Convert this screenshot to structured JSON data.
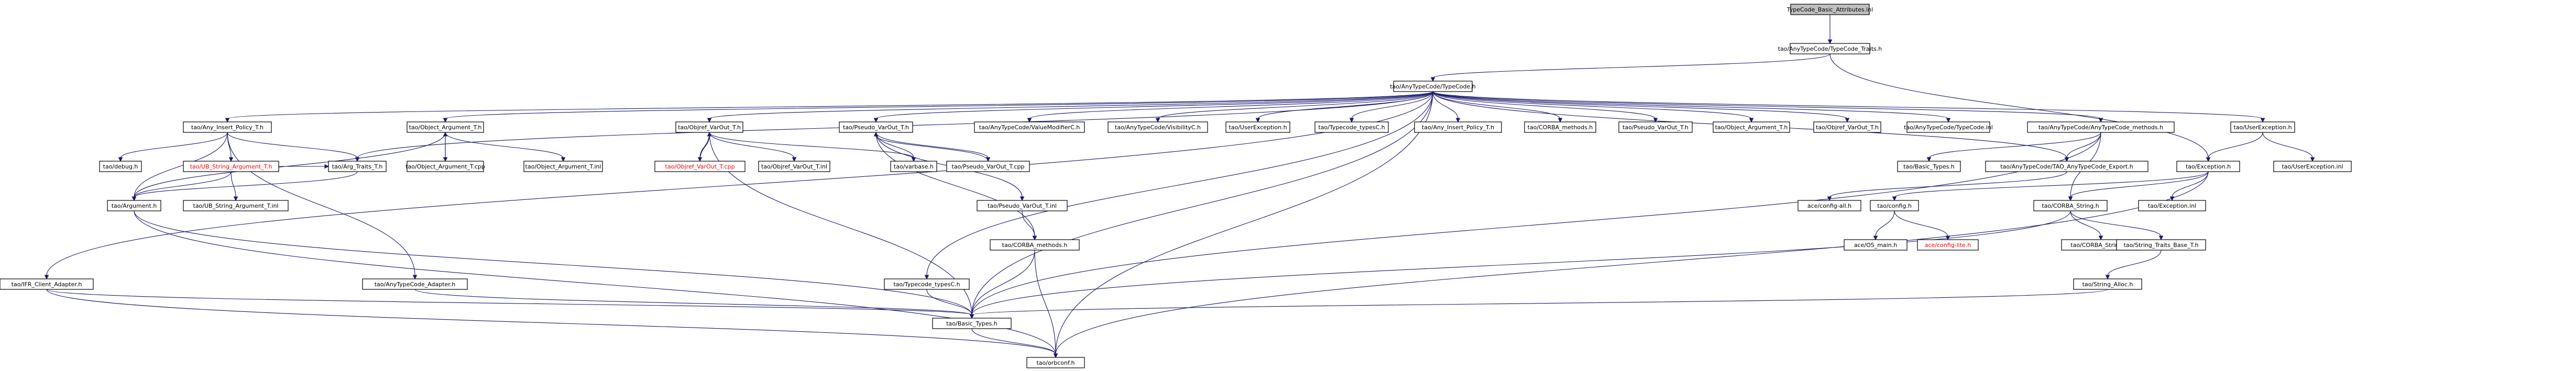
{
  "diagram": {
    "colors": {
      "edge": "#191970",
      "root_fill": "#bfbfbf",
      "missing_text": "#ff0000"
    },
    "nodes": [
      {
        "id": "n0",
        "label": "TypeCode_Basic_Attributes.inl",
        "root": true
      },
      {
        "id": "n1",
        "label": "tao/AnyTypeCode/TypeCode_Traits.h"
      },
      {
        "id": "n2",
        "label": "tao/AnyTypeCode/TypeCode.h"
      },
      {
        "id": "n3",
        "label": "tao/Any_Insert_Policy_T.h"
      },
      {
        "id": "n4",
        "label": "tao/Object_Argument_T.h"
      },
      {
        "id": "n5",
        "label": "tao/Objref_VarOut_T.h"
      },
      {
        "id": "n6",
        "label": "tao/Pseudo_VarOut_T.h"
      },
      {
        "id": "n7",
        "label": "tao/AnyTypeCode/ValueModifierC.h"
      },
      {
        "id": "n8",
        "label": "tao/AnyTypeCode/VisibilityC.h"
      },
      {
        "id": "n9",
        "label": "tao/UserException.h"
      },
      {
        "id": "n10",
        "label": "tao/Typecode_typesC.h"
      },
      {
        "id": "n11",
        "label": "tao/Any_Insert_Policy_T.h"
      },
      {
        "id": "n12",
        "label": "tao/CORBA_methods.h"
      },
      {
        "id": "n13",
        "label": "tao/Pseudo_VarOut_T.h"
      },
      {
        "id": "n14",
        "label": "tao/Object_Argument_T.h"
      },
      {
        "id": "n15",
        "label": "tao/Objref_VarOut_T.h"
      },
      {
        "id": "n16",
        "label": "tao/AnyTypeCode/TypeCode.inl"
      },
      {
        "id": "n17",
        "label": "tao/AnyTypeCode/AnyTypeCode_methods.h"
      },
      {
        "id": "n18",
        "label": "tao/UserException.h"
      },
      {
        "id": "n19",
        "label": "tao/debug.h"
      },
      {
        "id": "n20",
        "label": "tao/UB_String_Argument_T.h",
        "missing": true
      },
      {
        "id": "n21",
        "label": "tao/Arg_Traits_T.h"
      },
      {
        "id": "n22",
        "label": "tao/Object_Argument_T.cpp"
      },
      {
        "id": "n23",
        "label": "tao/Object_Argument_T.inl"
      },
      {
        "id": "n24",
        "label": "tao/Objref_VarOut_T.cpp",
        "missing": true
      },
      {
        "id": "n25",
        "label": "tao/Objref_VarOut_T.inl"
      },
      {
        "id": "n26",
        "label": "tao/varbase.h"
      },
      {
        "id": "n27",
        "label": "tao/Pseudo_VarOut_T.cpp"
      },
      {
        "id": "n28",
        "label": "tao/Basic_Types.h"
      },
      {
        "id": "n29",
        "label": "tao/AnyTypeCode/TAO_AnyTypeCode_Export.h"
      },
      {
        "id": "n30",
        "label": "tao/Exception.h"
      },
      {
        "id": "n31",
        "label": "tao/UserException.inl"
      },
      {
        "id": "n32",
        "label": "tao/Argument.h"
      },
      {
        "id": "n33",
        "label": "tao/UB_String_Argument_T.inl"
      },
      {
        "id": "n34",
        "label": "ace/config-all.h"
      },
      {
        "id": "n35",
        "label": "tao/CORBA_String.h"
      },
      {
        "id": "n36",
        "label": "tao/Exception.inl"
      },
      {
        "id": "n37",
        "label": "tao/Pseudo_VarOut_T.inl"
      },
      {
        "id": "n38",
        "label": "tao/CORBA_methods.h"
      },
      {
        "id": "n39",
        "label": "tao/config.h"
      },
      {
        "id": "n40",
        "label": "ace/OS_main.h"
      },
      {
        "id": "n41",
        "label": "ace/config-lite.h",
        "missing": true
      },
      {
        "id": "n42",
        "label": "tao/CORBA_String.inl"
      },
      {
        "id": "n43",
        "label": "tao/String_Traits_Base_T.h"
      },
      {
        "id": "n44",
        "label": "tao/IFR_Client_Adapter.h"
      },
      {
        "id": "n45",
        "label": "tao/AnyTypeCode_Adapter.h"
      },
      {
        "id": "n46",
        "label": "tao/Typecode_typesC.h"
      },
      {
        "id": "n47",
        "label": "tao/String_Alloc.h"
      },
      {
        "id": "n48",
        "label": "tao/Basic_Types.h"
      },
      {
        "id": "n49",
        "label": "tao/orbconf.h"
      }
    ]
  }
}
